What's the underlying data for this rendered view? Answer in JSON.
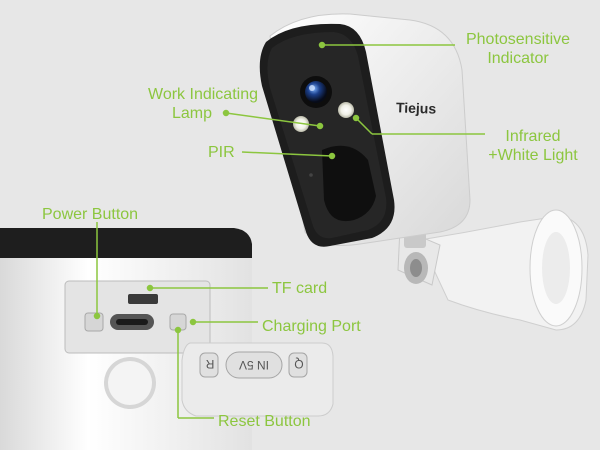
{
  "brand": {
    "logo_text": "Tiejus"
  },
  "labels": {
    "photosensitive_line1": "Photosensitive",
    "photosensitive_line2": "Indicator",
    "work_line1": "Work Indicating",
    "work_line2": "Lamp",
    "infrared_line1": "Infrared",
    "infrared_line2": "+White Light",
    "pir": "PIR",
    "power_button": "Power Button",
    "tf_card": "TF card",
    "charging_port": "Charging Port",
    "reset_button": "Reset Button"
  },
  "cover_labels": {
    "left": "R",
    "middle": "IN 5V",
    "right": "Q"
  },
  "colors": {
    "accent": "#8cc63f",
    "background": "#e7e7e7",
    "camera_face": "#1c1c1c",
    "body": "#fbfbfb"
  }
}
